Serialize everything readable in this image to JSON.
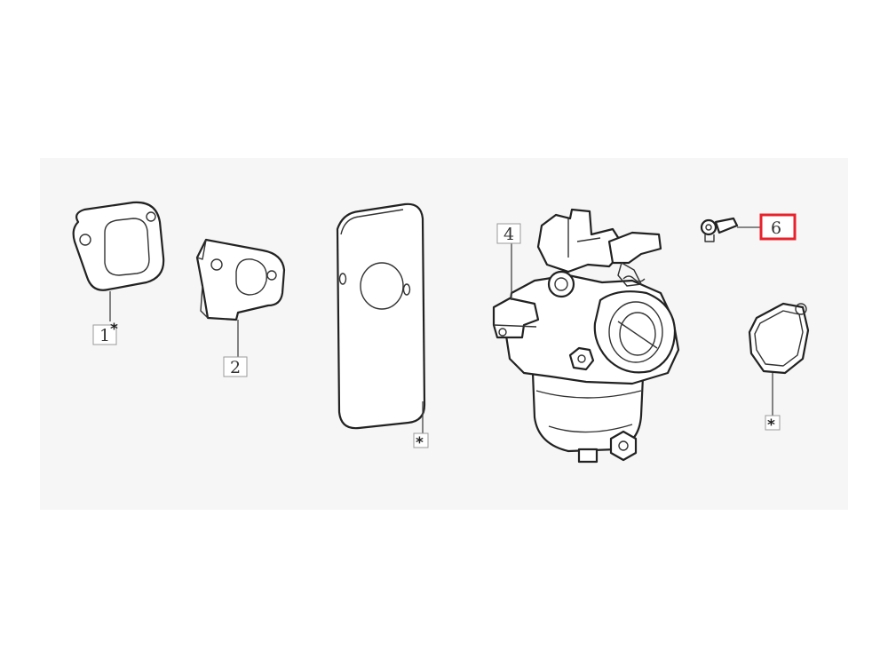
{
  "colors": {
    "background": "#ffffff",
    "panel": "#f6f6f6",
    "line": "#222222",
    "highlight": "#e8212b"
  },
  "callouts": [
    {
      "id": "part-1",
      "text": "1",
      "asterisk": "*"
    },
    {
      "id": "part-2",
      "text": "2"
    },
    {
      "id": "part-3",
      "text": "",
      "asterisk": "*"
    },
    {
      "id": "part-4",
      "text": "4"
    },
    {
      "id": "part-5",
      "text": "",
      "asterisk": "*"
    },
    {
      "id": "part-6",
      "text": "6",
      "highlighted": true
    }
  ]
}
